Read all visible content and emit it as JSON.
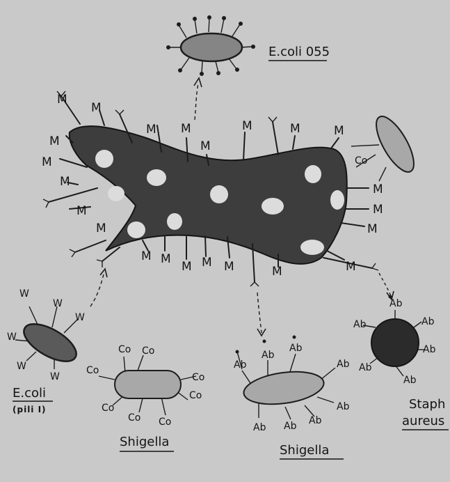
{
  "labels": {
    "ecoli_055": "E.coli 055",
    "ecoli_pili": "E.coli",
    "pili_note": "(pili I)",
    "shigella_left": "Shigella",
    "shigella_right": "Shigella",
    "staph_line1": "Staph",
    "staph_line2": "aureus"
  },
  "markers": {
    "mannose": "M",
    "antibody": "Ab",
    "concanavalin": "Co",
    "wga": "W"
  },
  "colors": {
    "page_background": "#c9c9c9",
    "cell_dark": "#3d3d3d",
    "cell_gray": "#858585",
    "bacterium_light": "#a8a8a8",
    "staph_dark": "#2b2b2b",
    "spot_light": "#dcdcdc",
    "ink": "#141414"
  }
}
